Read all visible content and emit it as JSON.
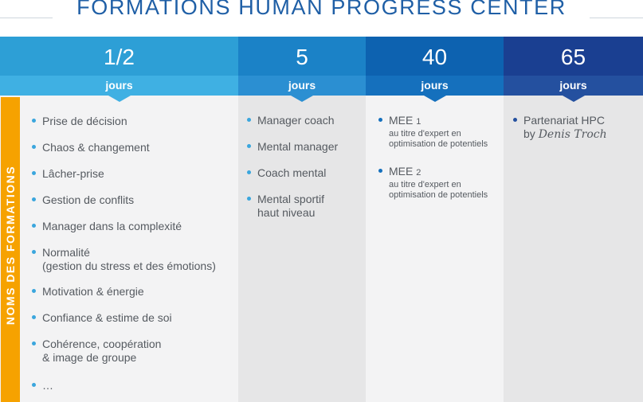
{
  "title": "FORMATIONS HUMAN PROGRESS CENTER",
  "side_label": "NOMS DES FORMATIONS",
  "colors": {
    "orange": "#f6a200",
    "light_blue": "#2d9fd6",
    "blue": "#1b82c7",
    "dark_blue": "#0d62b0",
    "navy": "#1a3f91"
  },
  "columns": [
    {
      "head": "1/2",
      "unit": "jours",
      "items": [
        "Prise de décision",
        "Chaos & changement",
        "Lâcher-prise",
        "Gestion de conflits",
        "Manager dans la complexité",
        [
          "Normalité",
          "(gestion du stress et des émotions)"
        ],
        "Motivation & énergie",
        "Confiance & estime de soi",
        [
          "Cohérence, coopération",
          "& image de groupe"
        ],
        "…"
      ]
    },
    {
      "head": "5",
      "unit": "jours",
      "items": [
        "Manager coach",
        "Mental manager",
        "Coach mental",
        [
          "Mental sportif",
          "haut niveau"
        ]
      ]
    },
    {
      "head": "40",
      "unit": "jours",
      "items": [
        {
          "name": "MEE",
          "num": "1",
          "lines": [
            "au titre d'expert en",
            "optimisation de potentiels"
          ]
        },
        {
          "name": "MEE",
          "num": "2",
          "lines": [
            "au titre d'expert en",
            "optimisation de potentiels"
          ]
        }
      ]
    },
    {
      "head": "65",
      "unit": "jours",
      "items": [
        {
          "name": "Partenariat HPC",
          "by": "by",
          "signature": "Denis Troch"
        }
      ]
    }
  ]
}
